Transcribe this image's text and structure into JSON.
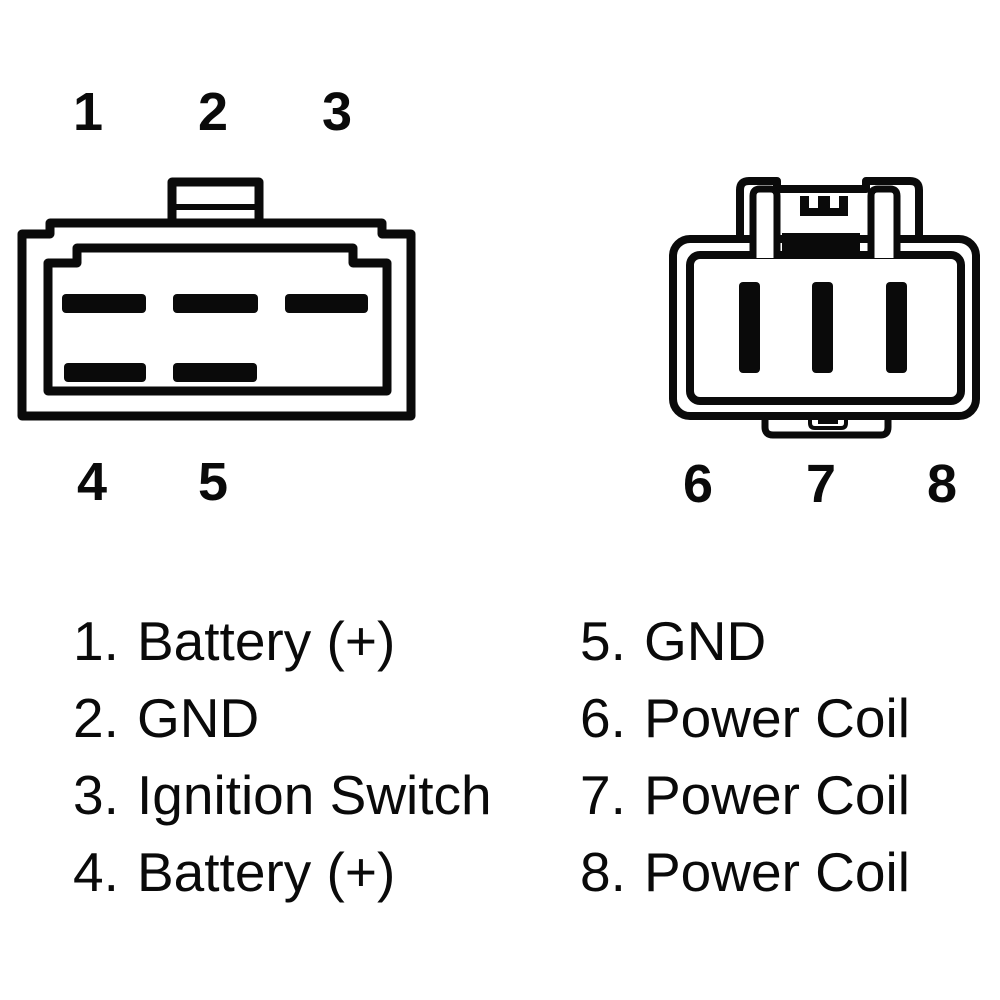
{
  "colors": {
    "ink": "#0a0a0a",
    "background": "#ffffff"
  },
  "connector_a": {
    "description": "5-pin connector face",
    "top_pin_labels": [
      "1",
      "2",
      "3"
    ],
    "bottom_pin_labels": [
      "4",
      "5"
    ]
  },
  "connector_b": {
    "description": "3-pin connector face",
    "bottom_pin_labels": [
      "6",
      "7",
      "8"
    ]
  },
  "legend": {
    "left_column": [
      {
        "num": "1.",
        "label": "Battery (+)"
      },
      {
        "num": "2.",
        "label": "GND"
      },
      {
        "num": "3.",
        "label": "Ignition Switch"
      },
      {
        "num": "4.",
        "label": "Battery (+)"
      }
    ],
    "right_column": [
      {
        "num": "5.",
        "label": "GND"
      },
      {
        "num": "6.",
        "label": "Power Coil"
      },
      {
        "num": "7.",
        "label": "Power Coil"
      },
      {
        "num": "8.",
        "label": "Power Coil"
      }
    ]
  }
}
